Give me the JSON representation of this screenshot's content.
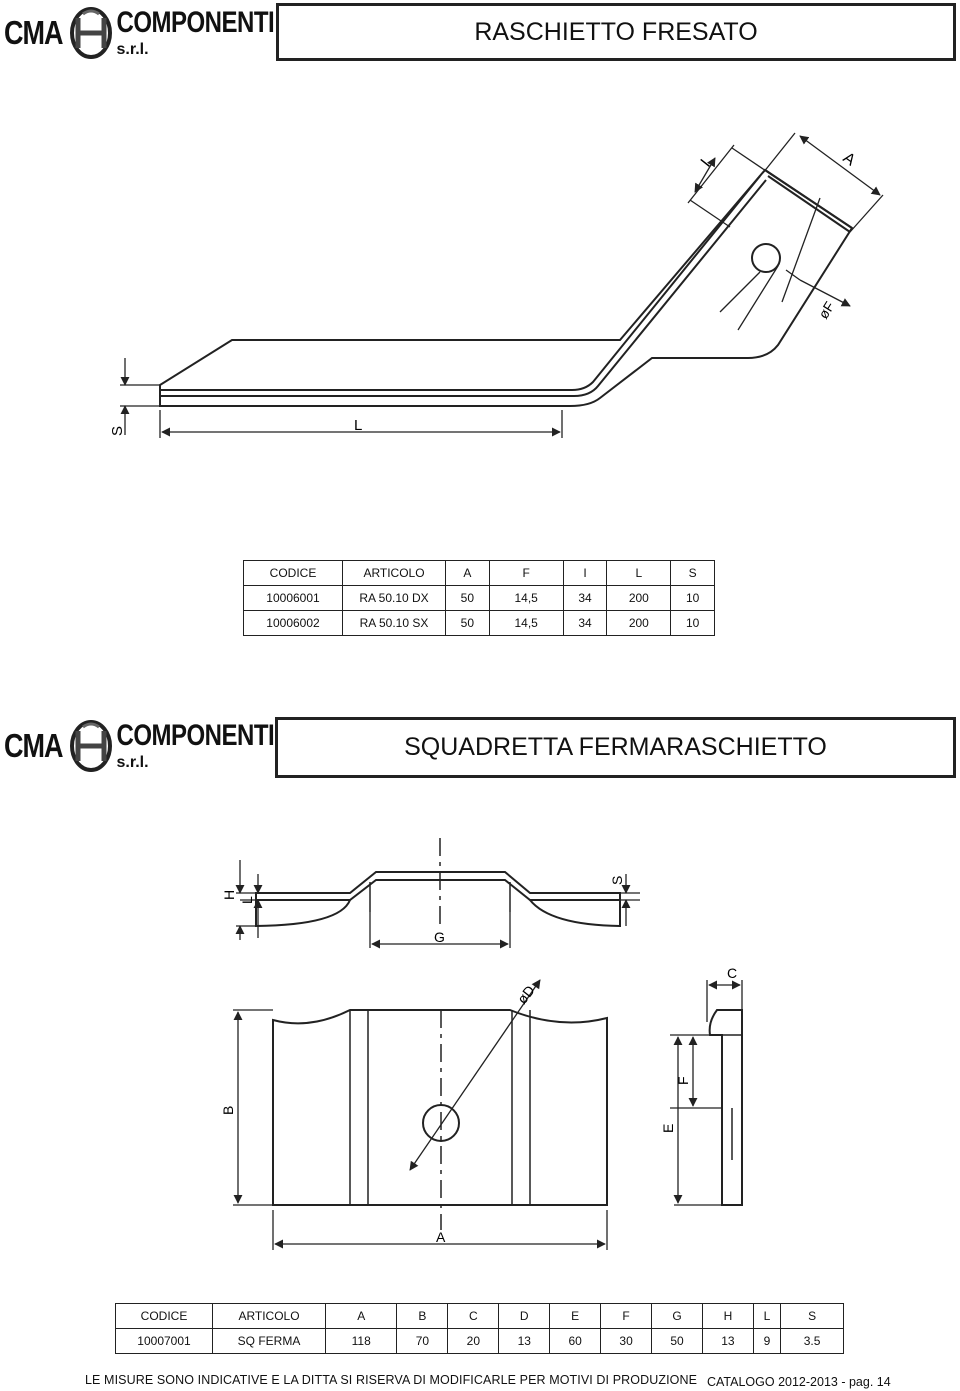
{
  "logo": {
    "left": "CMA",
    "right": "COMPONENTI",
    "suffix": "s.r.l."
  },
  "section1": {
    "title": "RASCHIETTO FRESATO",
    "labels": {
      "I": "I",
      "A": "A",
      "F": "øF",
      "S": "S",
      "L": "L"
    },
    "table": {
      "headers": [
        "CODICE",
        "ARTICOLO",
        "A",
        "F",
        "I",
        "L",
        "S"
      ],
      "rows": [
        [
          "10006001",
          "RA 50.10 DX",
          "50",
          "14,5",
          "34",
          "200",
          "10"
        ],
        [
          "10006002",
          "RA 50.10 SX",
          "50",
          "14,5",
          "34",
          "200",
          "10"
        ]
      ]
    }
  },
  "section2": {
    "title": "SQUADRETTA FERMARASCHIETTO",
    "labels": {
      "H": "H",
      "L": "L",
      "S": "S",
      "G": "G",
      "D": "øD",
      "B": "B",
      "A": "A",
      "C": "C",
      "F": "F",
      "E": "E"
    },
    "table": {
      "headers": [
        "CODICE",
        "ARTICOLO",
        "A",
        "B",
        "C",
        "D",
        "E",
        "F",
        "G",
        "H",
        "L",
        "S"
      ],
      "rows": [
        [
          "10007001",
          "SQ FERMA",
          "118",
          "70",
          "20",
          "13",
          "60",
          "30",
          "50",
          "13",
          "9",
          "3.5"
        ]
      ]
    }
  },
  "footer": {
    "note": "LE MISURE SONO INDICATIVE E LA DITTA SI RISERVA DI MODIFICARLE PER MOTIVI DI PRODUZIONE",
    "page": "CATALOGO 2012-2013 - pag. 14"
  }
}
